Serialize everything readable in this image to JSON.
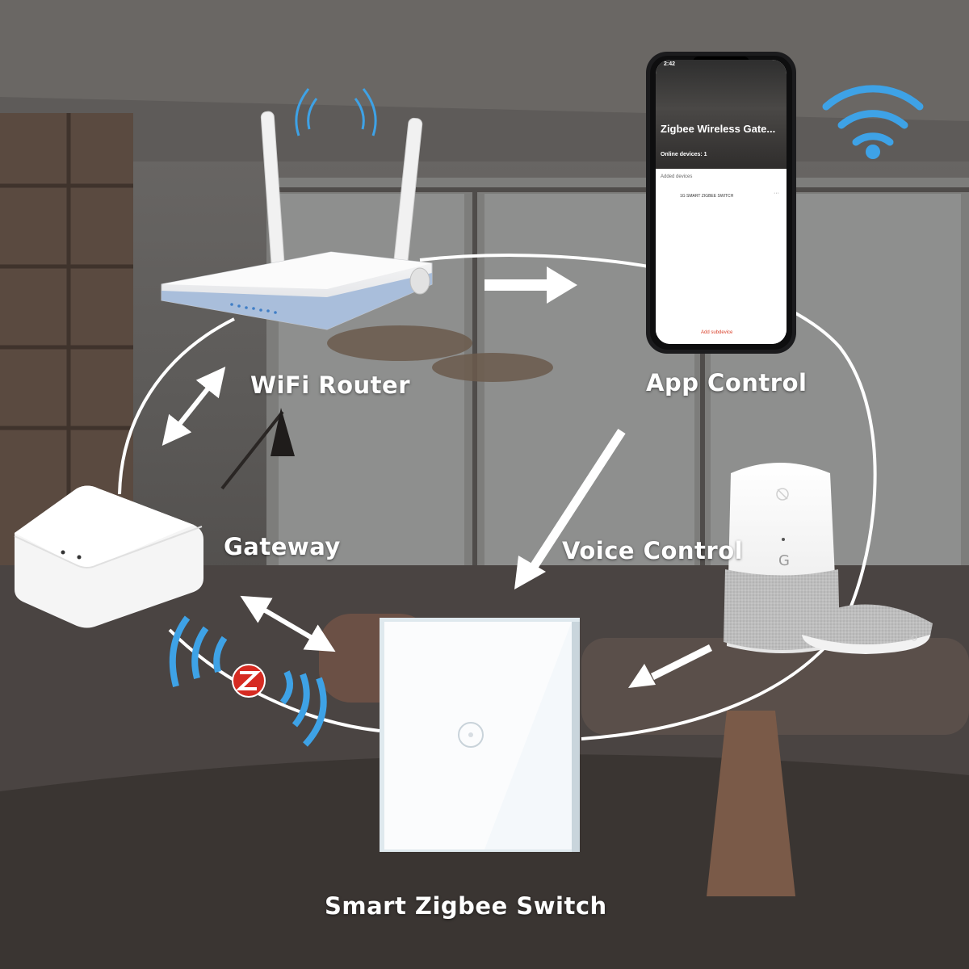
{
  "labels": {
    "wifi_router": "WiFi Router",
    "app_control": "App Control",
    "gateway": "Gateway",
    "voice_control": "Voice Control",
    "smart_switch": "Smart Zigbee Switch"
  },
  "phone": {
    "time": "2:42",
    "title": "Zigbee Wireless Gate...",
    "online_devices": "Online devices: 1",
    "added_devices": "Added devices",
    "device_name": "1G SMART ZIGBEE SWITCH",
    "more": "···",
    "add_subdevice": "Add subdevice"
  },
  "icons": [
    "wifi-icon",
    "zigbee-logo-icon",
    "google-g-icon",
    "mic-mute-icon",
    "touch-button-icon"
  ],
  "colors": {
    "label_text": "#ffffff",
    "wifi_blue": "#3ea2e6",
    "zigbee_red": "#d62b22",
    "flow_line": "#ffffff"
  }
}
